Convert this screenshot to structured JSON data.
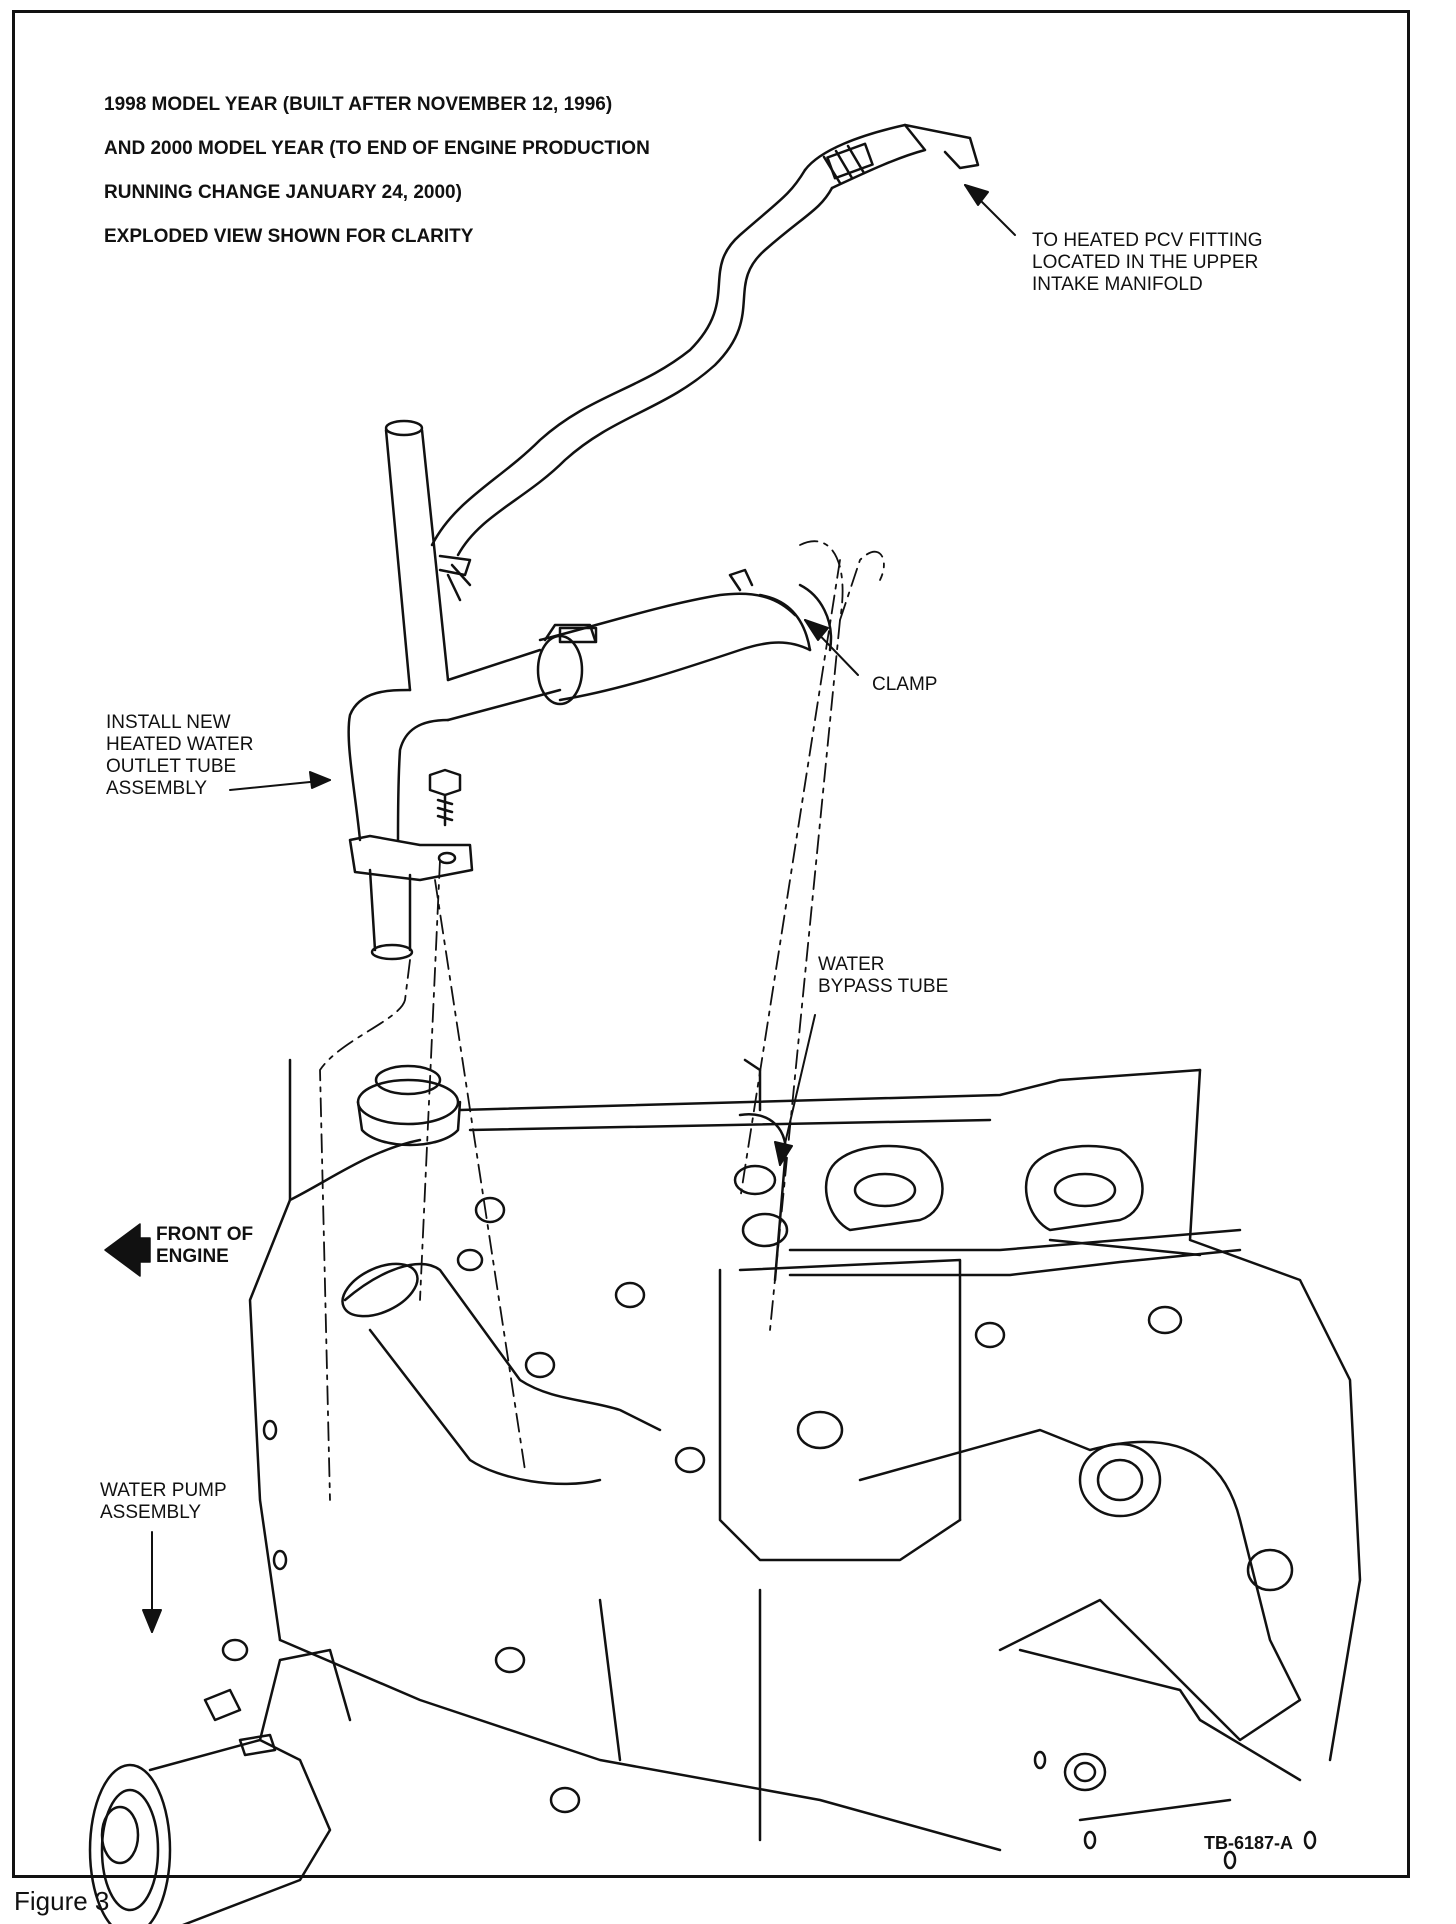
{
  "header_note": {
    "line1": "1998 MODEL YEAR (BUILT AFTER NOVEMBER 12, 1996)",
    "line2": "AND 2000 MODEL YEAR  (TO END OF ENGINE PRODUCTION",
    "line3": "RUNNING CHANGE JANUARY 24, 2000)",
    "line4": "EXPLODED VIEW SHOWN FOR CLARITY"
  },
  "callouts": {
    "pcv_fitting": "TO HEATED PCV FITTING\nLOCATED IN THE UPPER\nINTAKE MANIFOLD",
    "clamp": "CLAMP",
    "outlet_tube": "INSTALL NEW\nHEATED WATER\nOUTLET TUBE\nASSEMBLY",
    "bypass_tube": "WATER\nBYPASS TUBE",
    "front_of_engine": "FRONT OF\nENGINE",
    "water_pump": "WATER PUMP\nASSEMBLY"
  },
  "drawing_id": "TB-6187-A",
  "caption": "Figure 3",
  "colors": {
    "ink": "#111111",
    "paper": "#ffffff"
  }
}
